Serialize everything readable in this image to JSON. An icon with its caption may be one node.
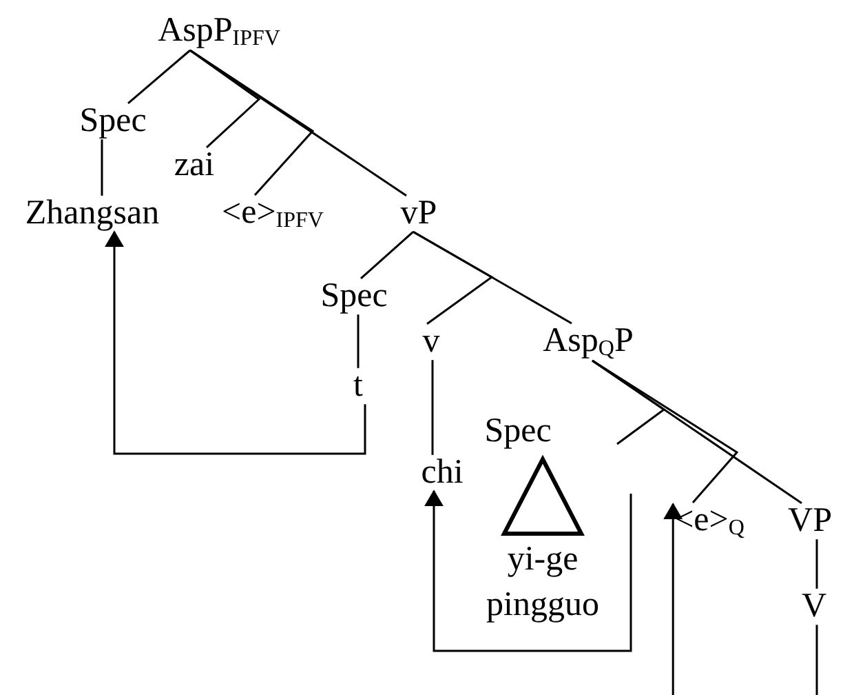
{
  "diagram": {
    "nodes": [
      {
        "text": [
          "AspP$_{IPFV}$"
        ]
      },
      {
        "text": [
          "Spec"
        ]
      },
      {
        "text": [
          "zai"
        ]
      },
      {
        "text": [
          "Zhangsan"
        ]
      },
      {
        "text": [
          "<e>$_{IPFV}$"
        ]
      },
      {
        "text": [
          "vP"
        ]
      },
      {
        "text": [
          "Spec"
        ]
      },
      {
        "text": [
          "v"
        ]
      },
      {
        "text": [
          "Asp$_{Q}$P"
        ]
      },
      {
        "text": [
          "t"
        ]
      },
      {
        "text": [
          "Spec"
        ]
      },
      {
        "text": [
          "chi"
        ]
      },
      {
        "text": [
          "yi-ge pingguo"
        ]
      },
      {
        "text": [
          "<e>$_{Q}$"
        ]
      },
      {
        "text": [
          "VP"
        ]
      },
      {
        "text": [
          "V"
        ]
      }
    ],
    "edges": [
      {
        "from": 0,
        "to": 1,
        "arrow": "none"
      },
      {
        "from": 0,
        "to": 2,
        "arrow": "none"
      },
      {
        "from": 0,
        "to": 4,
        "arrow": "none"
      },
      {
        "from": 0,
        "to": 5,
        "arrow": "none"
      },
      {
        "from": 1,
        "to": 3,
        "arrow": "none"
      },
      {
        "from": 5,
        "to": 6,
        "arrow": "none"
      },
      {
        "from": 5,
        "to": 7,
        "arrow": "none"
      },
      {
        "from": 5,
        "to": 8,
        "arrow": "none"
      },
      {
        "from": 6,
        "to": 9,
        "arrow": "none"
      },
      {
        "from": 7,
        "to": 11,
        "arrow": "none"
      },
      {
        "from": 8,
        "to": null,
        "arrow": "none"
      },
      {
        "from": 8,
        "to": 13,
        "arrow": "none"
      },
      {
        "from": 8,
        "to": 14,
        "arrow": "none"
      },
      {
        "from": 14,
        "to": 15,
        "arrow": "none"
      },
      {
        "from": 9,
        "to": 3,
        "arrow": "to"
      },
      {
        "from": null,
        "to": 11,
        "arrow": "to"
      },
      {
        "from": 15,
        "to": 13,
        "arrow": "to"
      }
    ]
  }
}
